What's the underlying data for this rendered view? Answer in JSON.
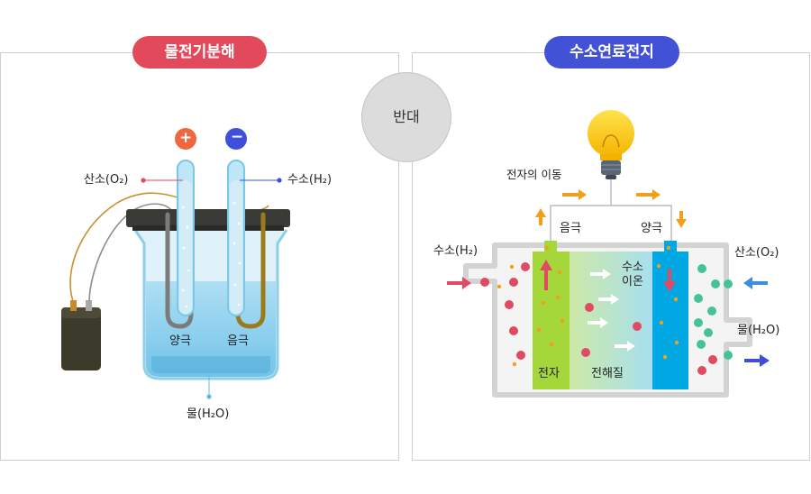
{
  "left_panel": {
    "title": "물전기분해",
    "oxygen_label": "산소(O₂)",
    "hydrogen_label": "수소(H₂)",
    "anode_label": "양극",
    "cathode_label": "음극",
    "water_label": "물(H₂O)",
    "plus_symbol": "+",
    "minus_symbol": "−"
  },
  "center": {
    "label": "반대"
  },
  "right_panel": {
    "title": "수소연료전지",
    "electron_flow_label": "전자의 이동",
    "cathode_label": "음극",
    "anode_label": "양극",
    "hydrogen_in_label": "수소(H₂)",
    "oxygen_in_label": "산소(O₂)",
    "water_out_label": "물(H₂O)",
    "ion_label_line1": "수소",
    "ion_label_line2": "이온",
    "electron_label": "전자",
    "electrolyte_label": "전해질"
  },
  "colors": {
    "pill_left": "#e24a5c",
    "pill_right": "#4252d6",
    "hydrogen_dot": "#e04a63",
    "oxygen_dot": "#46c29a",
    "electron_dot": "#f0a11e",
    "plus_circle": "#f0663e",
    "minus_circle": "#3f4fd9",
    "anode_membrane": "#00a8e3",
    "cathode_membrane": "#a5d63a"
  }
}
